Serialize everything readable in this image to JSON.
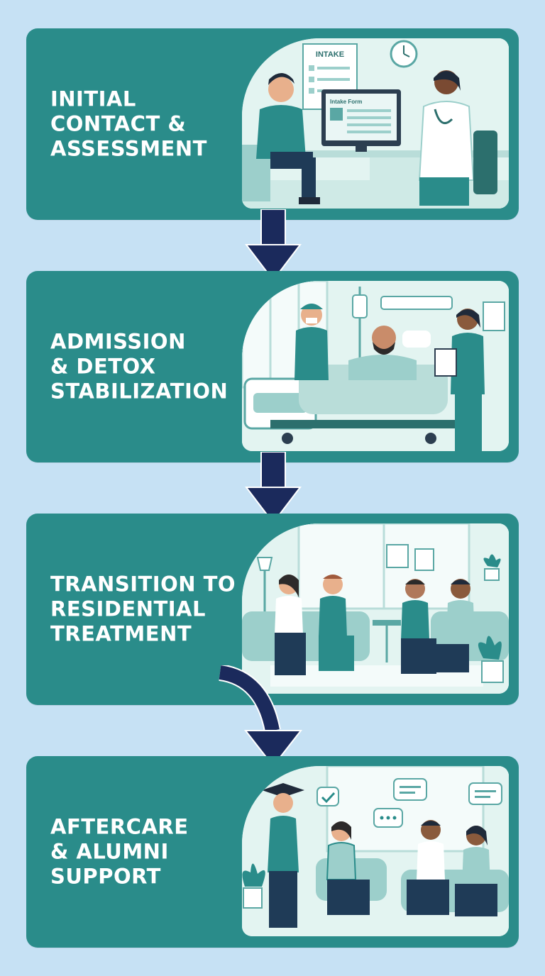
{
  "steps": [
    {
      "title": "INITIAL\nCONTACT &\nASSESSMENT",
      "scene": "intake-assessment"
    },
    {
      "title": "ADMISSION\n& DETOX\nSTABILIZATION",
      "scene": "hospital-detox"
    },
    {
      "title": "TRANSITION TO\nRESIDENTIAL\nTREATMENT",
      "scene": "group-lounge"
    },
    {
      "title": "AFTERCARE\n& ALUMNI\nSUPPORT",
      "scene": "alumni-group"
    }
  ],
  "scene_text": {
    "intake_sign": "INTAKE",
    "intake_form": "Intake Form"
  },
  "colors": {
    "background": "#c6e1f4",
    "card": "#2a8c8a",
    "arrow": "#1b2a5c",
    "scene_bg": "#e3f4f1"
  }
}
